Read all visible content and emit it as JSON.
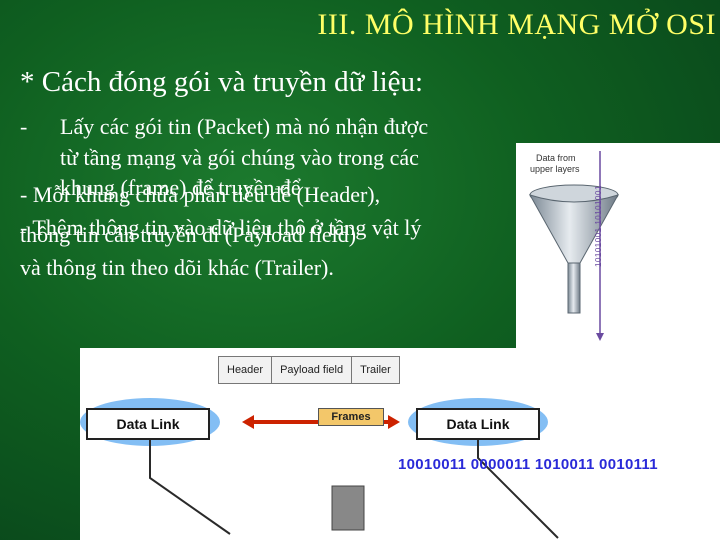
{
  "slide": {
    "title": "III. MÔ HÌNH MẠNG MỞ OSI",
    "heading": "* Cách đóng gói và truyền dữ liệu:",
    "bullet1_dash": "-",
    "bullet1_line1": "Lấy các gói tin (Packet) mà nó nhận được",
    "bullet1_line2": "từ tầng mạng và gói chúng vào trong các",
    "bullet1_line3": "khung (frame) để truyền để",
    "bullet2_line1": "- Mỗi khung chứa phần tiêu đề (Header),",
    "bullet3_line1": "- Thêm thông tin vào dữ liệu thô ở tầng vật lý",
    "bullet2_line2": "thông tin cần truyền đi (Payload field)",
    "bullet2_line3": "và thông tin theo dõi khác (Trailer)."
  },
  "funnel": {
    "data_label_line1": "Data from",
    "data_label_line2": "upper layers",
    "vertical_bits": "10101001 10101001"
  },
  "diagram": {
    "header_cell": "Header",
    "payload_cell": "Payload field",
    "trailer_cell": "Trailer",
    "frames_label": "Frames",
    "data_link_left": "Data Link",
    "data_link_right": "Data Link",
    "bitstream": "10010011 0000011 1010011 0010111"
  },
  "colors": {
    "background": "#0f5f20",
    "title": "#ffff66",
    "text": "#ffffff",
    "bits": "#2a2ad8",
    "frames": "#f3c76a",
    "link_arrow": "#cc2200"
  }
}
